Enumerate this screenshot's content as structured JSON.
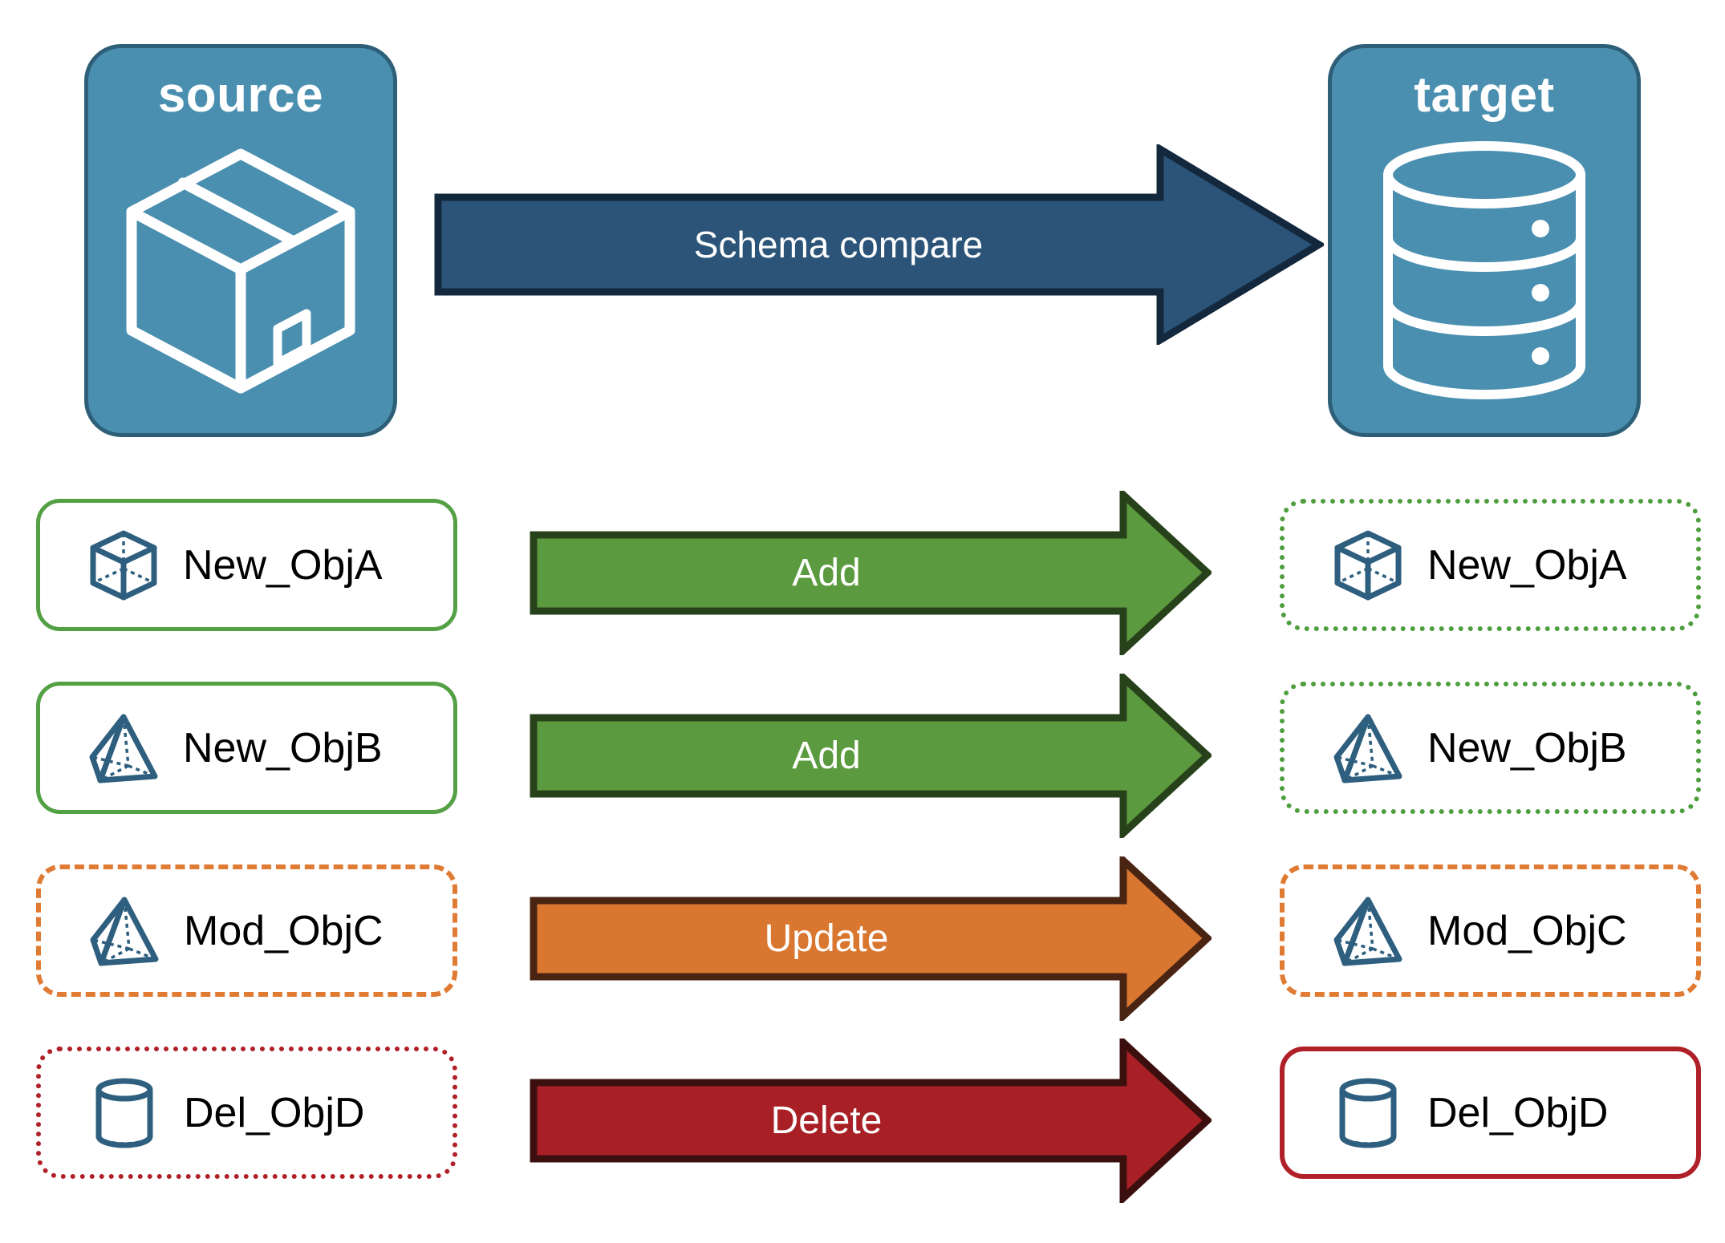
{
  "endpoints": {
    "source": {
      "title": "source",
      "icon": "package-box-icon",
      "fill": "#4a8fb0",
      "stroke": "#2e5f78"
    },
    "target": {
      "title": "target",
      "icon": "database-cylinder-icon",
      "fill": "#4a8fb0",
      "stroke": "#2e5f78"
    }
  },
  "main_arrow": {
    "label": "Schema compare",
    "fill": "#2b5478",
    "stroke": "#13283c",
    "direction": "right"
  },
  "legend_colors": {
    "add": "#5c9a3f",
    "add_stroke": "#27421a",
    "update": "#d9762f",
    "update_stroke": "#4a2412",
    "delete": "#a82025",
    "delete_stroke": "#3c0f0f",
    "object_icon": "#2e5f7f",
    "source_box_green": "#54a044",
    "target_box_green": "#4e9e3e",
    "orange_box": "#e07b34",
    "red_box": "#b02028"
  },
  "rows": [
    {
      "source": {
        "label": "New_ObjA",
        "icon": "cube-wireframe-icon",
        "border_style": "solid",
        "border_color": "#54a044"
      },
      "arrow": {
        "label": "Add",
        "fill": "#5c9a3f",
        "stroke": "#27421a"
      },
      "target": {
        "label": "New_ObjA",
        "icon": "cube-wireframe-icon",
        "border_style": "dotted",
        "border_color": "#4e9e3e"
      }
    },
    {
      "source": {
        "label": "New_ObjB",
        "icon": "pyramid-wireframe-icon",
        "border_style": "solid",
        "border_color": "#54a044"
      },
      "arrow": {
        "label": "Add",
        "fill": "#5c9a3f",
        "stroke": "#27421a"
      },
      "target": {
        "label": "New_ObjB",
        "icon": "pyramid-wireframe-icon",
        "border_style": "dotted",
        "border_color": "#4e9e3e"
      }
    },
    {
      "source": {
        "label": "Mod_ObjC",
        "icon": "pyramid-wireframe-icon",
        "border_style": "dashed",
        "border_color": "#e07b34"
      },
      "arrow": {
        "label": "Update",
        "fill": "#d9762f",
        "stroke": "#4a2412"
      },
      "target": {
        "label": "Mod_ObjC",
        "icon": "pyramid-wireframe-icon",
        "border_style": "dashed",
        "border_color": "#e07b34"
      }
    },
    {
      "source": {
        "label": "Del_ObjD",
        "icon": "cylinder-wireframe-icon",
        "border_style": "dotted",
        "border_color": "#b02028"
      },
      "arrow": {
        "label": "Delete",
        "fill": "#a82025",
        "stroke": "#3c0f0f"
      },
      "target": {
        "label": "Del_ObjD",
        "icon": "cylinder-wireframe-icon",
        "border_style": "solid",
        "border_color": "#b02028"
      }
    }
  ]
}
